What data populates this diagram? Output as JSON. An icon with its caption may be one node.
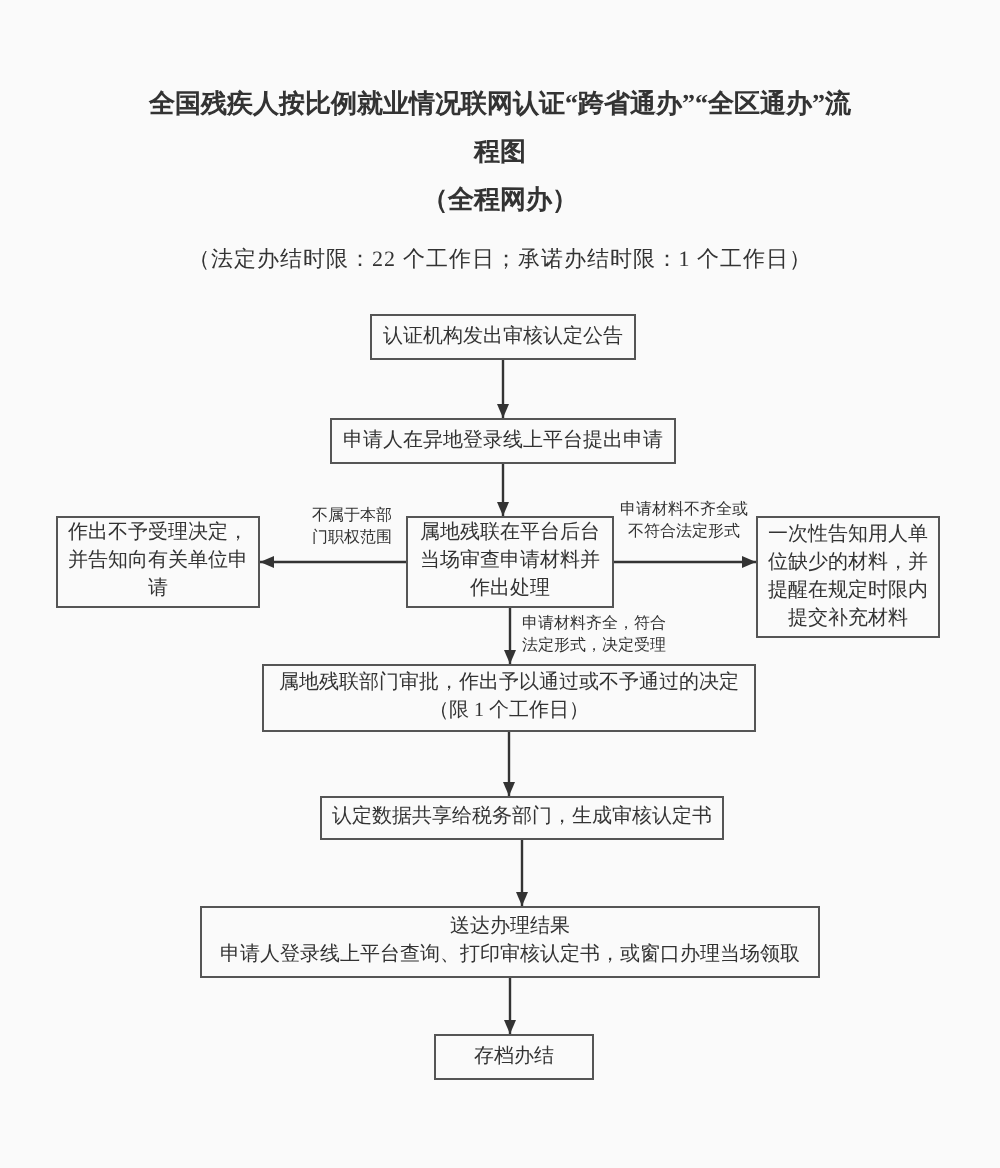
{
  "diagram": {
    "title": "全国残疾人按比例就业情况联网认证“跨省通办”“全区通办”流程图",
    "nodes": [
      {
        "text": [
          "认证机构发出审核认定公告"
        ]
      },
      {
        "text": [
          "申请人在异地登录线上平台提出申请"
        ]
      },
      {
        "text": [
          "属地残联在平台后台当场审查申请材料并作出处理"
        ]
      },
      {
        "text": [
          "作出不予受理决定，并告知向有关单位申请"
        ]
      },
      {
        "text": [
          "一次性告知用人单位缺少的材料，并提醒在规定时限内提交补充材料"
        ]
      },
      {
        "text": [
          "属地残联部门审批，作出予以通过或不予通过的决定（限 1 个工作日）"
        ]
      },
      {
        "text": [
          "认定数据共享给税务部门，生成审核认定书"
        ]
      },
      {
        "text": [
          "送达办理结果",
          "申请人登录线上平台查询、打印审核认定书，或窗口办理当场领取"
        ]
      },
      {
        "text": [
          "存档办结"
        ]
      }
    ],
    "edges": [
      {
        "from": 0,
        "to": 1,
        "arrow": "to"
      },
      {
        "from": 1,
        "to": 2,
        "arrow": "to"
      },
      {
        "from": 2,
        "to": 3,
        "arrow": "to",
        "label": "不属于本部门职权范围"
      },
      {
        "from": 2,
        "to": 4,
        "arrow": "to",
        "label": "申请材料不齐全或不符合法定形式"
      },
      {
        "from": 2,
        "to": 5,
        "arrow": "to",
        "label": "申请材料齐全，符合法定形式，决定受理"
      },
      {
        "from": 5,
        "to": 6,
        "arrow": "to"
      },
      {
        "from": 6,
        "to": 7,
        "arrow": "to"
      },
      {
        "from": 7,
        "to": 8,
        "arrow": "to"
      }
    ],
    "labels": [
      "（全程网办）",
      "（法定办结时限：22 个工作日；承诺办结时限：1 个工作日）"
    ]
  }
}
